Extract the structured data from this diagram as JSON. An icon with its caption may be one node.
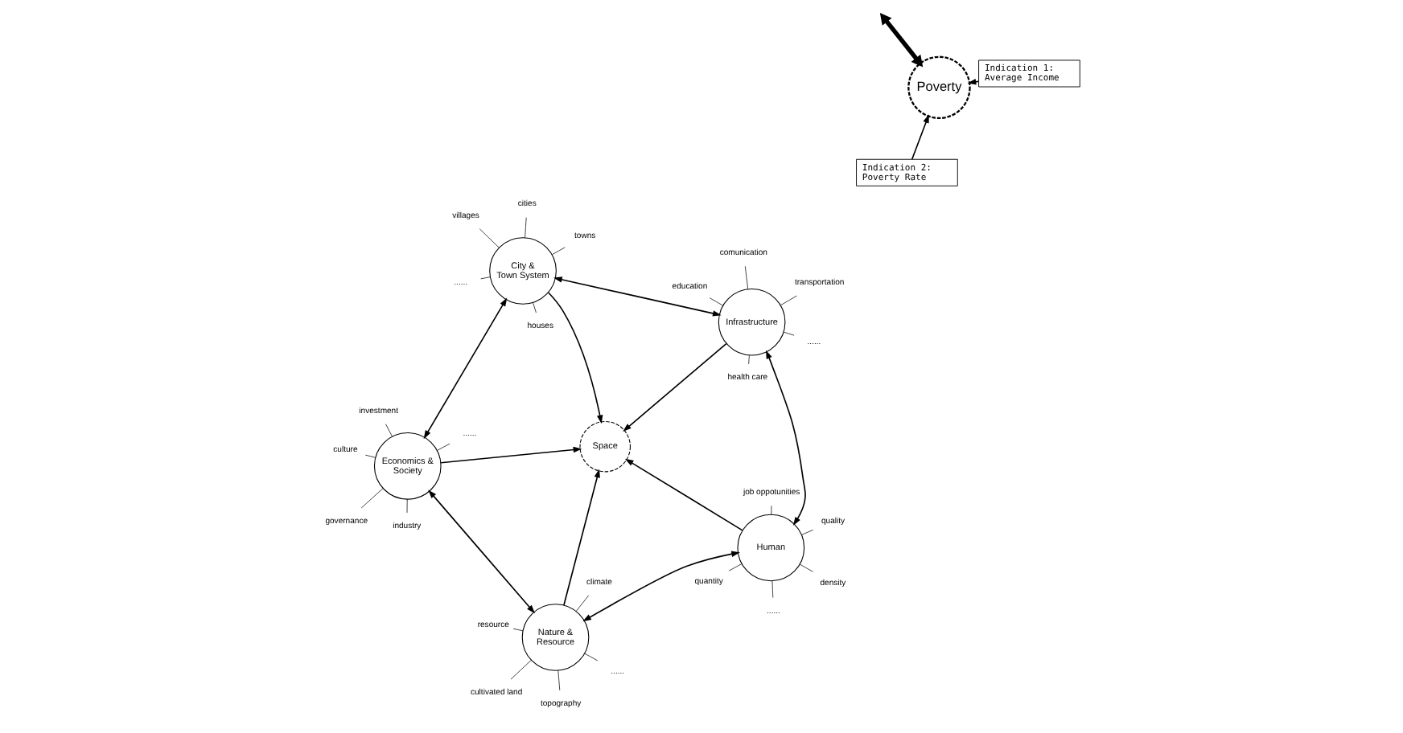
{
  "diagram": {
    "nodes": [
      {
        "text": [
          "Nature & Resource"
        ]
      },
      {
        "text": [
          "Human"
        ]
      },
      {
        "text": [
          "Economics & Society"
        ]
      },
      {
        "text": [
          "Space"
        ]
      },
      {
        "text": [
          "City & Town System"
        ]
      },
      {
        "text": [
          "Infrastructure"
        ]
      },
      {
        "text": [
          "Poverty"
        ]
      },
      {
        "text": [
          "Indication 1: Average Income"
        ]
      },
      {
        "text": [
          "Indication 2: Poverty Rate"
        ]
      },
      {
        "text": [
          "resource"
        ]
      },
      {
        "text": [
          "climate"
        ]
      },
      {
        "text": [
          "cultivated land"
        ]
      },
      {
        "text": [
          "topography"
        ]
      },
      {
        "text": [
          "......"
        ]
      },
      {
        "text": [
          "quantity"
        ]
      },
      {
        "text": [
          "density"
        ]
      },
      {
        "text": [
          "quality"
        ]
      },
      {
        "text": [
          "job oppotunities"
        ]
      },
      {
        "text": [
          "......"
        ]
      },
      {
        "text": [
          "industry"
        ]
      },
      {
        "text": [
          "investment"
        ]
      },
      {
        "text": [
          "governance"
        ]
      },
      {
        "text": [
          "culture"
        ]
      },
      {
        "text": [
          "......"
        ]
      },
      {
        "text": [
          "......"
        ]
      },
      {
        "text": [
          "cities"
        ]
      },
      {
        "text": [
          "towns"
        ]
      },
      {
        "text": [
          "villages"
        ]
      },
      {
        "text": [
          "houses"
        ]
      },
      {
        "text": [
          "transportation"
        ]
      },
      {
        "text": [
          "education"
        ]
      },
      {
        "text": [
          "health care"
        ]
      },
      {
        "text": [
          "......"
        ]
      },
      {
        "text": [
          "comunication"
        ]
      }
    ],
    "edges": [
      {
        "from": 0,
        "to": 1,
        "arrow": "both"
      },
      {
        "from": 0,
        "to": 3,
        "arrow": "to"
      },
      {
        "from": 2,
        "to": 0,
        "arrow": "both"
      },
      {
        "from": 2,
        "to": 3,
        "arrow": "to"
      },
      {
        "from": 1,
        "to": 3,
        "arrow": "to"
      },
      {
        "from": 2,
        "to": 4,
        "arrow": "both"
      },
      {
        "from": 1,
        "to": 5,
        "arrow": "both"
      },
      {
        "from": 4,
        "to": 3,
        "arrow": "to"
      },
      {
        "from": 5,
        "to": 3,
        "arrow": "to"
      },
      {
        "from": 4,
        "to": 5,
        "arrow": "both"
      },
      {
        "from": null,
        "to": 6,
        "arrow": "both",
        "style": "thick"
      },
      {
        "from": 7,
        "to": 6,
        "arrow": "to"
      },
      {
        "from": 8,
        "to": 6,
        "arrow": "to"
      },
      {
        "from": 9,
        "to": 0,
        "arrow": "none"
      },
      {
        "from": 10,
        "to": 0,
        "arrow": "none"
      },
      {
        "from": 11,
        "to": 0,
        "arrow": "none"
      },
      {
        "from": 12,
        "to": 0,
        "arrow": "none"
      },
      {
        "from": 13,
        "to": 0,
        "arrow": "none"
      },
      {
        "from": 14,
        "to": 1,
        "arrow": "none"
      },
      {
        "from": 15,
        "to": 1,
        "arrow": "none"
      },
      {
        "from": 16,
        "to": 1,
        "arrow": "none"
      },
      {
        "from": 17,
        "to": 1,
        "arrow": "none"
      },
      {
        "from": 18,
        "to": 1,
        "arrow": "none"
      },
      {
        "from": 19,
        "to": 2,
        "arrow": "none"
      },
      {
        "from": 20,
        "to": 2,
        "arrow": "none"
      },
      {
        "from": 21,
        "to": 2,
        "arrow": "none"
      },
      {
        "from": 22,
        "to": 2,
        "arrow": "none"
      },
      {
        "from": 23,
        "to": 2,
        "arrow": "none"
      },
      {
        "from": 24,
        "to": 4,
        "arrow": "none"
      },
      {
        "from": 25,
        "to": 4,
        "arrow": "none"
      },
      {
        "from": 26,
        "to": 4,
        "arrow": "none"
      },
      {
        "from": 27,
        "to": 4,
        "arrow": "none"
      },
      {
        "from": 28,
        "to": 4,
        "arrow": "none"
      },
      {
        "from": 29,
        "to": 5,
        "arrow": "none"
      },
      {
        "from": 30,
        "to": 5,
        "arrow": "none"
      },
      {
        "from": 31,
        "to": 5,
        "arrow": "none"
      },
      {
        "from": 32,
        "to": 5,
        "arrow": "none"
      },
      {
        "from": 33,
        "to": 5,
        "arrow": "none"
      }
    ]
  }
}
